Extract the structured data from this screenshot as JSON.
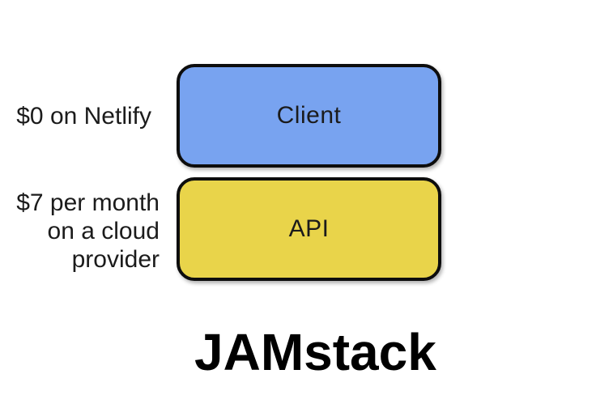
{
  "slide": {
    "title": "JAMstack",
    "boxes": [
      {
        "id": "client",
        "label": "Client",
        "fill_color": "#78A3F0",
        "cost_annotation": "$0 on Netlify"
      },
      {
        "id": "api",
        "label": "API",
        "fill_color": "#E9D44A",
        "cost_annotation": "$7 per month\non a cloud\nprovider"
      }
    ],
    "colors": {
      "background": "#ffffff",
      "box_border": "#0d0d0d",
      "text": "#1b1b1b",
      "client_fill": "#78A3F0",
      "api_fill": "#E9D44A"
    }
  }
}
